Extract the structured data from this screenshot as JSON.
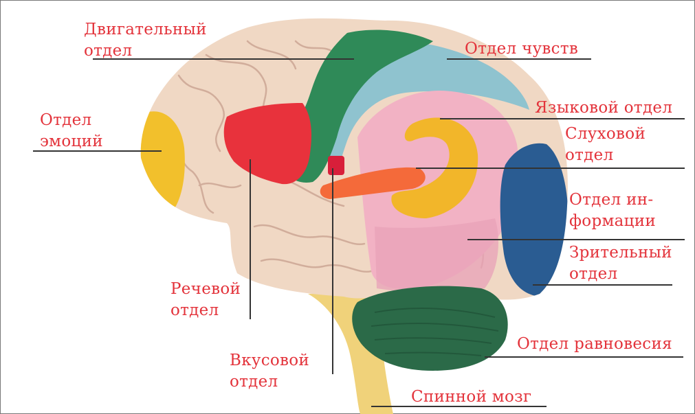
{
  "labels": {
    "motor": "Двигательный\nотдел",
    "senses": "Отдел чувств",
    "emotions": "Отдел\nэмоций",
    "language": "Языковой отдел",
    "auditory": "Слуховой\nотдел",
    "information": "Отдел ин-\nформации",
    "visual": "Зрительный\nотдел",
    "speech": "Речевой\nотдел",
    "taste": "Вкусовой\nотдел",
    "balance": "Отдел равновесия",
    "spinal_cord": "Спинной мозг"
  },
  "colors": {
    "label_text": "#e3333b",
    "leader_line": "#333333",
    "cortex": "#f0d8c4",
    "motor": "#2f8a58",
    "senses": "#8fc3cf",
    "emotions": "#f2c02c",
    "language": "#f2b2c4",
    "auditory": "#f2b62a",
    "speech": "#e8323c",
    "taste": "#d81f3a",
    "taste_band": "#f46a3a",
    "information": "#e8a2b8",
    "visual": "#2a5c92",
    "balance": "#2b6a48",
    "spinal_cord": "#f0d27a"
  }
}
